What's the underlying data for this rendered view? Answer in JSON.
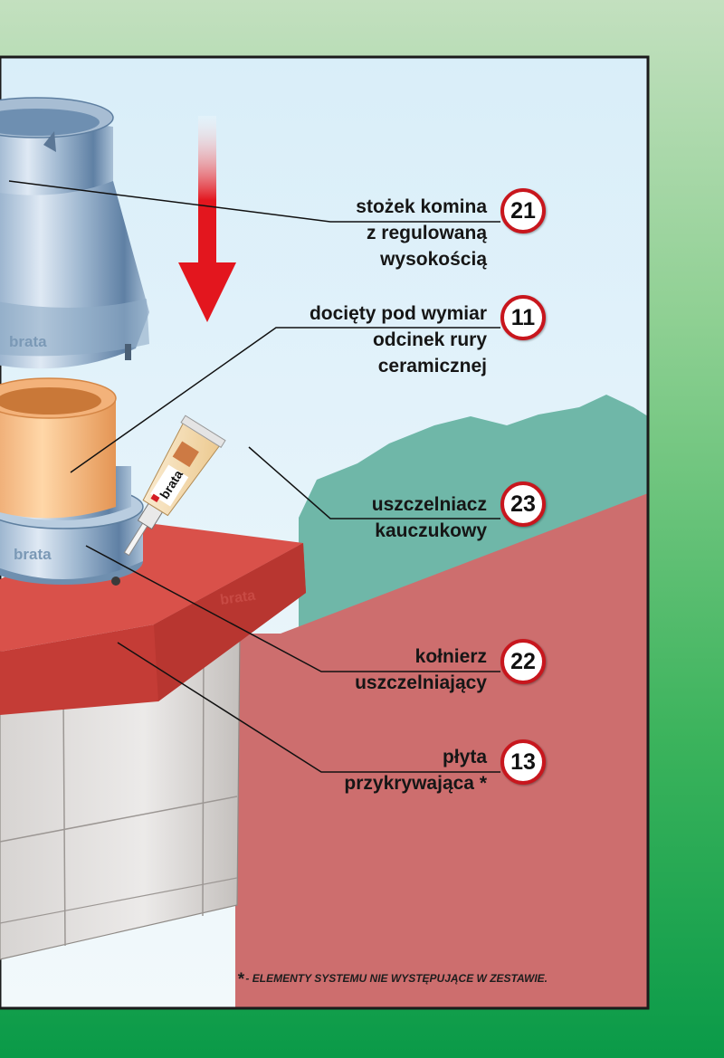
{
  "brand": "brata",
  "colors": {
    "badge_border": "#c8161d",
    "arrow": "#e3161e",
    "roof": "#cd6e6e",
    "sky": "#dff1fb",
    "slab": "#d9514a"
  },
  "callouts": [
    {
      "number": "21",
      "lines": [
        "stożek komina",
        "z regulowaną",
        "wysokością"
      ]
    },
    {
      "number": "11",
      "lines": [
        "docięty pod wymiar",
        "odcinek rury",
        "ceramicznej"
      ]
    },
    {
      "number": "23",
      "lines": [
        "uszczelniacz",
        "kauczukowy"
      ]
    },
    {
      "number": "22",
      "lines": [
        "kołnierz",
        "uszczelniający"
      ]
    },
    {
      "number": "13",
      "lines": [
        "płyta",
        "przykrywająca *"
      ]
    }
  ],
  "footnote": {
    "star": "*",
    "text": "- ELEMENTY SYSTEMU NIE WYSTĘPUJĄCE W ZESTAWIE."
  },
  "icons": [
    "down-arrow-icon",
    "sealant-tube-icon"
  ]
}
